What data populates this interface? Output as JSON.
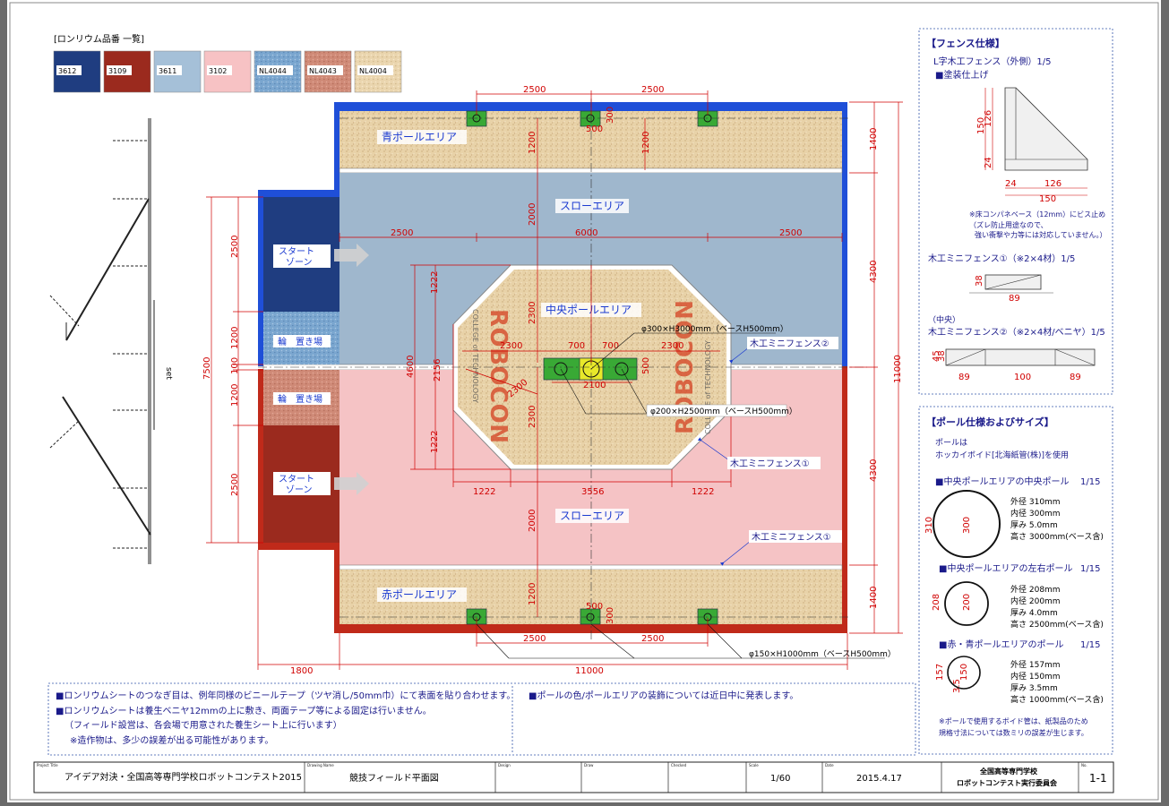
{
  "swatch_section": {
    "title": "[ロンリウム品番 一覧]",
    "swatches": [
      {
        "code": "3612",
        "color": "#1f3d80"
      },
      {
        "code": "3109",
        "color": "#9b2a1e"
      },
      {
        "code": "3611",
        "color": "#a5c0d8"
      },
      {
        "code": "3102",
        "color": "#f7c2c4"
      },
      {
        "code": "NL4044",
        "color": "#5a8fc0"
      },
      {
        "code": "NL4043",
        "color": "#cf8a77"
      },
      {
        "code": "NL4004",
        "color": "#ead5ae"
      }
    ]
  },
  "side_label": "set",
  "field": {
    "blue_pole_area": "青ポールエリア",
    "red_pole_area": "赤ポールエリア",
    "slow_area_top": "スローエリア",
    "slow_area_bottom": "スローエリア",
    "center_pole_area": "中央ポールエリア",
    "start_zone_top": "スタート\nゾーン",
    "start_zone_bottom": "スタート\nゾーン",
    "ring_place_top": "輪　置き場",
    "ring_place_bottom": "輪　置き場",
    "logo_text": "ROBOCON",
    "logo_sub": "COLLEGE of TECHNOLOGY",
    "colors": {
      "blue_fence": "#1f4fd8",
      "red_fence": "#c02a1a",
      "cork": "#e8d2a8",
      "slow_blue": "#9fb7cd",
      "slow_pink": "#f5c3c5",
      "start_blue": "#1f3d80",
      "start_red": "#9b2a1e",
      "ring_blue": "#7aa6cf",
      "ring_red": "#cf8a77",
      "pole_green": "#39a935",
      "pole_yellow": "#e8e82a",
      "dim_red": "#d00000"
    }
  },
  "dimensions": {
    "top_2500_a": "2500",
    "top_2500_b": "2500",
    "bottom_2500_a": "2500",
    "bottom_2500_b": "2500",
    "d1200_top_a": "1200",
    "d1200_top_b": "1200",
    "d1200_bottom": "1200",
    "d2000_top": "2000",
    "d2000_bottom": "2000",
    "d2300_v_top": "2300",
    "d2300_v_bottom": "2300",
    "d2500_h_left": "2500",
    "d6000": "6000",
    "d2500_h_right": "2500",
    "d1222_left_top": "1222",
    "d1222_left_bottom": "1222",
    "d4600": "4600",
    "d2156": "2156",
    "d2300_h_left": "2300",
    "d2300_h_right": "2300",
    "d2300_diag": "2300",
    "d700_a": "700",
    "d700_b": "700",
    "d2100": "2100",
    "d500_center": "500",
    "d500_top": "500",
    "d500_bottom": "500",
    "d300_top": "300",
    "d300_bottom": "300",
    "d1222_bottom_a": "1222",
    "d3556": "3556",
    "d1222_bottom_b": "1222",
    "left_2500_top": "2500",
    "left_1200_top": "1200",
    "left_100": "100",
    "left_1200_bottom": "1200",
    "left_2500_bottom": "2500",
    "left_7500": "7500",
    "right_1400_top": "1400",
    "right_4300_top": "4300",
    "right_4300_bottom": "4300",
    "right_1400_bottom": "1400",
    "right_11000": "11000",
    "bottom_1800": "1800",
    "bottom_11000": "11000"
  },
  "labels": {
    "pole_center_spec": "φ300×H3000mm（ベースH500mm）",
    "pole_side_spec": "φ200×H2500mm（ベースH500mm）",
    "pole_small_spec": "φ150×H1000mm（ベースH500mm）",
    "fence2_label": "木工ミニフェンス②",
    "fence1_label_a": "木工ミニフェンス①",
    "fence1_label_b": "木工ミニフェンス①"
  },
  "notes": {
    "line1": "■ロンリウムシートのつなぎ目は、例年同様のビニールテープ（ツヤ消し/50mm巾）にて表面を貼り合わせます。",
    "line2": "■ロンリウムシートは養生ベニヤ12mmの上に敷き、両面テープ等による固定は行いません。",
    "line3": "（フィールド設営は、各会場で用意された養生シート上に行います）",
    "line4": "※造作物は、多少の誤差が出る可能性があります。",
    "line5": "■ポールの色/ポールエリアの装飾については近日中に発表します。"
  },
  "fence_spec": {
    "title": "【フェンス仕様】",
    "subtitle": "L字木工フェンス（外側）1/5",
    "finish": "■塗装仕上げ",
    "d150": "150",
    "d126": "126",
    "d24": "24",
    "d150w": "150",
    "d24w": "24",
    "d126w": "126",
    "note1": "※床コンパネベース（12mm）にビス止め",
    "note2": "（ズレ防止用途なので、",
    "note3": "強い衝撃や力等には対応していません。）",
    "mini1_title": "木工ミニフェンス①（※2×4材）1/5",
    "mini1_d38": "38",
    "mini1_d89": "89",
    "mini2_pre": "（中央）",
    "mini2_title": "木工ミニフェンス②（※2×4材/ベニヤ）1/5",
    "mini2_d45": "45",
    "mini2_d38": "38",
    "mini2_d89a": "89",
    "mini2_d100": "100",
    "mini2_d89b": "89"
  },
  "pole_spec": {
    "title": "【ポール仕様およびサイズ】",
    "intro1": "ポールは",
    "intro2": "ホッカイボイド[北海紙管(株)]を使用",
    "p1_title": "■中央ポールエリアの中央ポール",
    "p1_scale": "1/15",
    "p1_d_outer": "310",
    "p1_d_inner": "300",
    "p1_lines": [
      "外径 310mm",
      "内径 300mm",
      "厚み 5.0mm",
      "高さ 3000mm(ベース含)"
    ],
    "p2_title": "■中央ポールエリアの左右ポール",
    "p2_scale": "1/15",
    "p2_d_outer": "208",
    "p2_d_inner": "200",
    "p2_lines": [
      "外径 208mm",
      "内径 200mm",
      "厚み 4.0mm",
      "高さ 2500mm(ベース含)"
    ],
    "p3_title": "■赤・青ポールエリアのポール",
    "p3_scale": "1/15",
    "p3_d_outer": "157",
    "p3_d_inner": "150",
    "p3_d_inner_b": "3.5",
    "p3_lines": [
      "外径 157mm",
      "内径 150mm",
      "厚み 3.5mm",
      "高さ 1000mm(ベース含)"
    ],
    "foot1": "※ポールで使用するボイド管は、紙製品のため",
    "foot2": "規格寸法については数ミリの誤差が生じます。"
  },
  "title_block": {
    "project_title_cap": "Project Title",
    "project_title": "アイデア対決・全国高等専門学校ロボットコンテスト2015",
    "drawing_name_cap": "Drawing Name",
    "drawing_name": "競技フィールド平面図",
    "design_cap": "Design",
    "draw_cap": "Draw",
    "checked_cap": "Checked",
    "scale_cap": "Scale",
    "scale": "1/60",
    "date_cap": "Date",
    "date": "2015.4.17",
    "org_line1": "全国高等専門学校",
    "org_line2": "ロボットコンテスト実行委員会",
    "no_cap": "No.",
    "no": "1-1"
  }
}
